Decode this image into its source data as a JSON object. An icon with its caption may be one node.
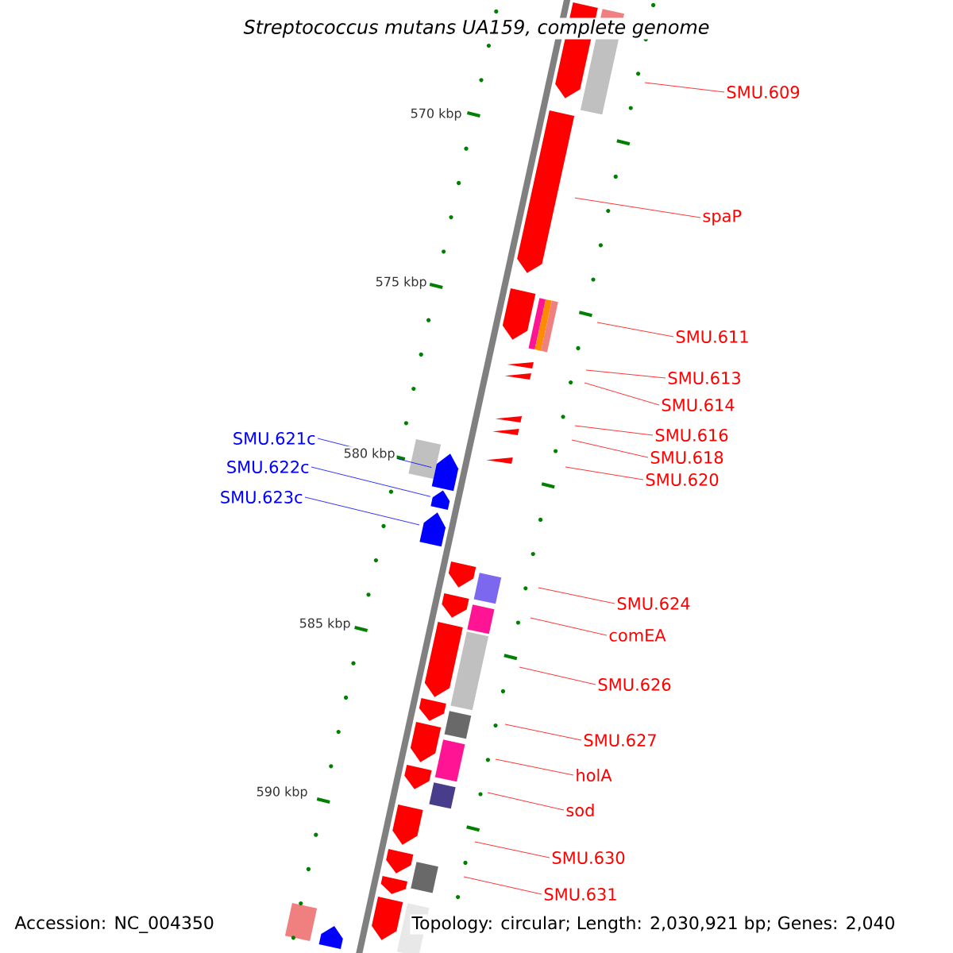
{
  "diagram": {
    "title": "*Streptococcus mutans* UA159, complete genome",
    "nodes": [
      {
        "text": [
          "SMU.609"
        ]
      },
      {
        "text": [
          "spaP"
        ]
      },
      {
        "text": [
          "SMU.611"
        ]
      },
      {
        "text": [
          "SMU.613"
        ]
      },
      {
        "text": [
          "SMU.614"
        ]
      },
      {
        "text": [
          "SMU.616"
        ]
      },
      {
        "text": [
          "SMU.618"
        ]
      },
      {
        "text": [
          "SMU.620"
        ]
      },
      {
        "text": [
          "SMU.621c"
        ]
      },
      {
        "text": [
          "SMU.622c"
        ]
      },
      {
        "text": [
          "SMU.623c"
        ]
      },
      {
        "text": [
          "SMU.624"
        ]
      },
      {
        "text": [
          "comEA"
        ]
      },
      {
        "text": [
          "SMU.626"
        ]
      },
      {
        "text": [
          "SMU.627"
        ]
      },
      {
        "text": [
          "holA"
        ]
      },
      {
        "text": [
          "sod"
        ]
      },
      {
        "text": [
          "SMU.630"
        ]
      },
      {
        "text": [
          "SMU.631"
        ]
      },
      {
        "text": [],
        "shape": "pentagon"
      },
      {
        "text": [],
        "shape": "pentagon"
      },
      {
        "text": [],
        "shape": "pentagon"
      },
      {
        "text": [],
        "shape": "pentagon"
      }
    ],
    "edges": [
      {
        "from": 0,
        "to": null,
        "arrow": "none"
      },
      {
        "from": 1,
        "to": 19,
        "arrow": "none"
      },
      {
        "from": 2,
        "to": null,
        "arrow": "none"
      },
      {
        "from": 3,
        "to": null,
        "arrow": "none"
      },
      {
        "from": 4,
        "to": null,
        "arrow": "none"
      },
      {
        "from": 5,
        "to": null,
        "arrow": "none"
      },
      {
        "from": 6,
        "to": null,
        "arrow": "none"
      },
      {
        "from": 7,
        "to": null,
        "arrow": "none"
      },
      {
        "from": 8,
        "to": 20,
        "arrow": "none",
        "color": "#0000ff"
      },
      {
        "from": 9,
        "to": 21,
        "arrow": "none",
        "color": "#0000ff"
      },
      {
        "from": 10,
        "to": 22,
        "arrow": "none",
        "color": "#0000ff"
      },
      {
        "from": 11,
        "to": null,
        "arrow": "none"
      },
      {
        "from": 12,
        "to": null,
        "arrow": "none"
      },
      {
        "from": 13,
        "to": null,
        "arrow": "none"
      },
      {
        "from": 14,
        "to": null,
        "arrow": "none"
      },
      {
        "from": 15,
        "to": null,
        "arrow": "none"
      },
      {
        "from": 16,
        "to": null,
        "arrow": "none"
      },
      {
        "from": 17,
        "to": null,
        "arrow": "none"
      },
      {
        "from": 18,
        "to": null,
        "arrow": "none"
      }
    ],
    "labels": [
      "570 kbp",
      "575 kbp",
      "580 kbp",
      "585 kbp",
      "590 kbp",
      "Accession: NC_004350",
      "Topology: circular; Length: 2,030,921 bp; Genes: 2,040"
    ]
  }
}
